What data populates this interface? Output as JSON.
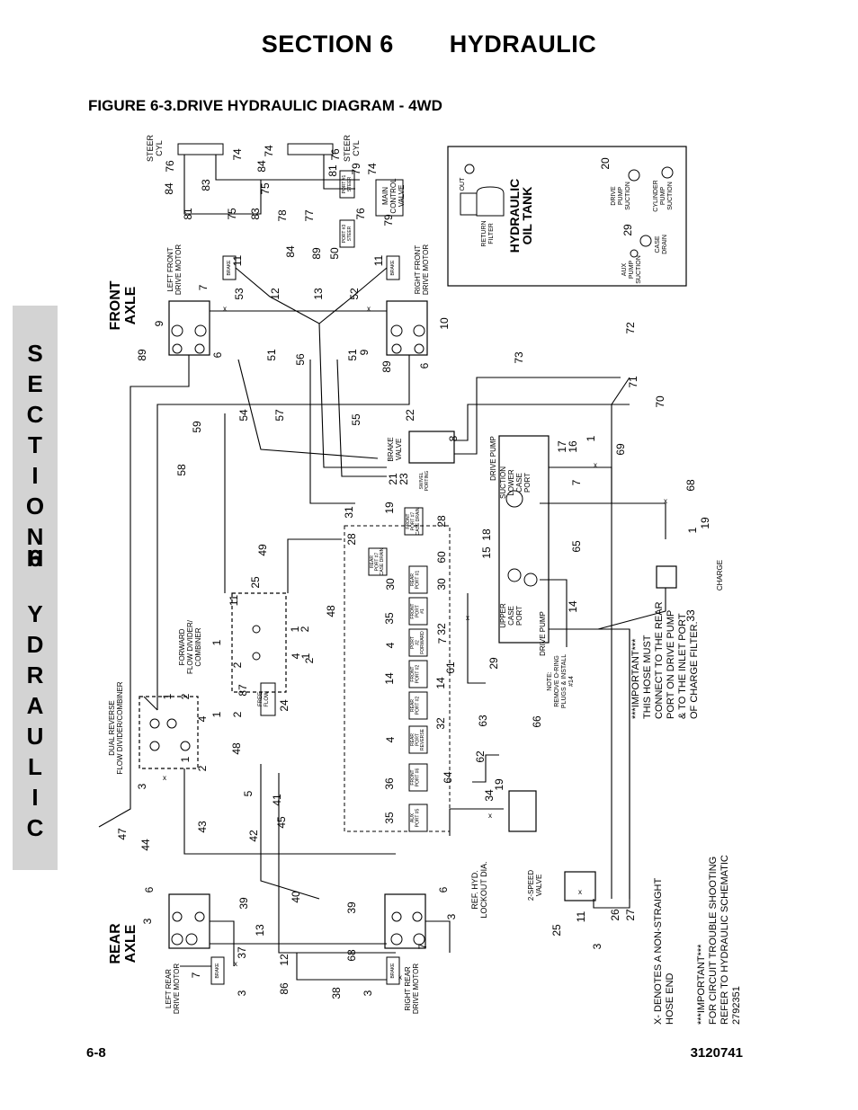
{
  "header": {
    "section": "SECTION 6",
    "title": "HYDRAULIC"
  },
  "figure_title": "FIGURE 6-3.DRIVE HYDRAULIC DIAGRAM - 4WD",
  "side_tab": [
    "S",
    "E",
    "C",
    "T",
    "I",
    "O",
    "N",
    "",
    "6",
    "",
    "H",
    "Y",
    "D",
    "R",
    "A",
    "U",
    "L",
    "I",
    "C"
  ],
  "footer": {
    "page": "6-8",
    "doc": "3120741"
  },
  "labels": {
    "front_axle": [
      "FRONT",
      "AXLE"
    ],
    "rear_axle": [
      "REAR",
      "AXLE"
    ],
    "hyd_tank": [
      "HYDRAULIC",
      "OIL TANK"
    ],
    "left_front_motor": [
      "LEFT FRONT",
      "DRIVE MOTOR"
    ],
    "right_front_motor": [
      "RIGHT FRONT",
      "DRIVE MOTOR"
    ],
    "left_rear_motor": [
      "LEFT REAR",
      "DRIVE MOTOR"
    ],
    "right_rear_motor": [
      "RIGHT REAR",
      "DRIVE MOTOR"
    ],
    "steer_cyl": [
      "STEER",
      "CYL"
    ],
    "main_control_valve": [
      "MAIN",
      "CONTROL",
      "VALVE"
    ],
    "brake": "BRAKE",
    "brake_valve": [
      "BRAKE",
      "VALVE"
    ],
    "drive_pump": "DRIVE PUMP",
    "suction_lower_case": [
      "SUCTION",
      "LOWER",
      "CASE",
      "PORT"
    ],
    "upper_case": [
      "UPPER",
      "CASE",
      "PORT"
    ],
    "forward_divider": [
      "FORWARD",
      "FLOW DIVIDER/",
      "COMBINER"
    ],
    "dual_reverse_divider": [
      "DUAL REVERSE",
      "FLOW DIVIDER/COMBINER"
    ],
    "free_flow": [
      "FREE",
      "FLOW"
    ],
    "two_speed_valve": [
      "2-SPEED",
      "VALVE"
    ],
    "charge": "CHARGE",
    "ref_hyd_lockout": [
      "REF. HYD.",
      "LOCKOUT DIA."
    ],
    "return_filter": [
      "RETURN",
      "FILTER"
    ],
    "out": "OUT",
    "drive_pump_suction": [
      "DRIVE",
      "PUMP",
      "SUCTION"
    ],
    "cylinder_pump_suction": [
      "CYLINDER",
      "PUMP",
      "SUCTION"
    ],
    "aux_pump_suction": [
      "AUX",
      "PUMP",
      "SUCTION"
    ],
    "case_drain": [
      "CASE",
      "DRAIN"
    ],
    "note": [
      "NOTE:",
      "REMOVE O-RING",
      "PLUGS & INSTALL",
      "#14"
    ],
    "important_1": [
      "***IMPORTANT***",
      "THIS HOSE MUST",
      "CONNECT TO THE REAR",
      "PORT ON DRIVE PUMP",
      "& TO THE INLET PORT",
      "OF CHARGE FILTER."
    ],
    "legend_x": [
      "X- DENOTES A NON-STRAIGHT",
      "HOSE END"
    ],
    "important_2": [
      "***IMPORTANT***",
      "FOR CIRCUIT TROUBLE SHOOTING",
      "REFER TO HYDRAULIC SCHEMATIC",
      "2792351"
    ],
    "swivel_porting": [
      "SWIVEL",
      "PORTING"
    ],
    "port_blocks": [
      [
        "FRONT",
        "PORT #7",
        "CASE DRAIN"
      ],
      [
        "REAR",
        "PORT #7",
        "CASE DRAIN"
      ],
      [
        "REAR",
        "PORT #1"
      ],
      [
        "FRONT",
        "PORT",
        "#1"
      ],
      [
        "PORT",
        "#2",
        "FORWARD"
      ],
      [
        "FRONT",
        "PORT #2"
      ],
      [
        "REAR",
        "PORT #2"
      ],
      [
        "REAR",
        "PORT",
        "REVERSE"
      ],
      [
        "FRONT",
        "PORT #6"
      ],
      [
        "AUX",
        "PORT #5"
      ]
    ],
    "steer_ports": [
      [
        "PORT #1",
        "STEER"
      ],
      [
        "PORT #3",
        "STEER"
      ]
    ]
  },
  "hose_numbers": [
    "1",
    "2",
    "3",
    "4",
    "5",
    "6",
    "7",
    "8",
    "9",
    "10",
    "11",
    "12",
    "13",
    "14",
    "15",
    "16",
    "17",
    "18",
    "19",
    "20",
    "21",
    "22",
    "23",
    "24",
    "25",
    "26",
    "27",
    "28",
    "29",
    "30",
    "31",
    "32",
    "33",
    "34",
    "35",
    "36",
    "37",
    "38",
    "39",
    "40",
    "41",
    "42",
    "43",
    "44",
    "45",
    "47",
    "48",
    "49",
    "50",
    "51",
    "52",
    "53",
    "54",
    "55",
    "56",
    "57",
    "58",
    "59",
    "60",
    "61",
    "62",
    "63",
    "64",
    "65",
    "66",
    "68",
    "69",
    "70",
    "71",
    "72",
    "73",
    "74",
    "75",
    "76",
    "77",
    "78",
    "79",
    "81",
    "83",
    "84",
    "86",
    "87",
    "89"
  ]
}
